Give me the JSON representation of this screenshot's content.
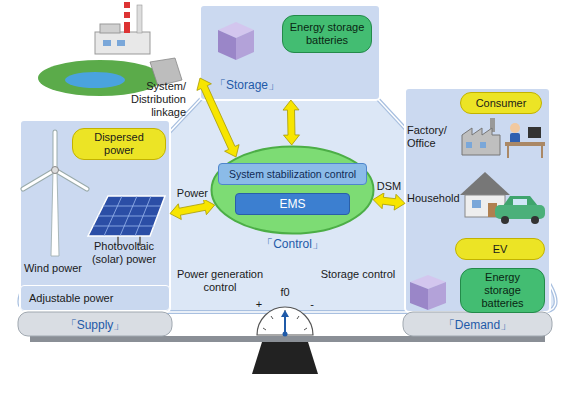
{
  "diagram": {
    "nodes": [
      {
        "text": [
          "「Storage」"
        ]
      },
      {
        "text": [
          "Energy storage batteries"
        ],
        "in": 0
      },
      {
        "text": [
          "「Supply」"
        ]
      },
      {
        "text": [
          "Dispersed power"
        ],
        "in": 2
      },
      {
        "text": [
          "Adjustable power"
        ],
        "in": 2
      },
      {
        "text": [
          "「Control」"
        ]
      },
      {
        "text": [
          "System stabilization control"
        ],
        "in": 5
      },
      {
        "text": [
          "EMS"
        ],
        "in": 5
      },
      {
        "text": [
          "「Demand」"
        ]
      },
      {
        "text": [
          "Consumer"
        ],
        "in": 8
      },
      {
        "text": [
          "EV"
        ],
        "in": 8
      },
      {
        "text": [
          "Energy storage batteries"
        ],
        "in": 8
      }
    ],
    "edges": [
      {
        "from": 5,
        "to": 0,
        "arrow": "both"
      },
      {
        "from": 5,
        "to": 2,
        "arrow": "both",
        "label": "Power"
      },
      {
        "from": 5,
        "to": 8,
        "arrow": "both",
        "label": "DSM"
      }
    ],
    "labels": [
      "System/ Distribution linkage",
      "Wind power",
      "Photovoltaic (solar) power",
      "Factory/ Office",
      "Household",
      "Power generation control",
      "Storage control",
      "f0",
      "+",
      "-"
    ]
  }
}
